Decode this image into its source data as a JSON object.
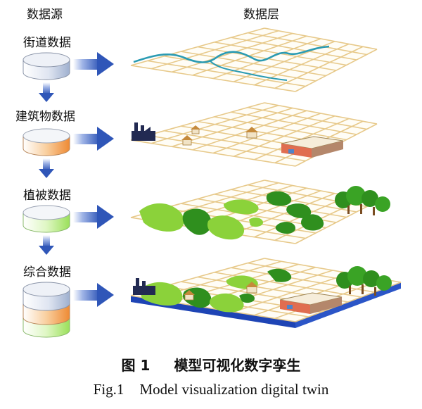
{
  "headers": {
    "source": "数据源",
    "layer": "数据层"
  },
  "sources": [
    {
      "label": "街道数据"
    },
    {
      "label": "建筑物数据"
    },
    {
      "label": "植被数据"
    },
    {
      "label": "综合数据"
    }
  ],
  "caption": {
    "cn_fig": "图 1",
    "cn_text": "模型可视化数字孪生",
    "en_fig": "Fig.1",
    "en_text": "Model visualization digital twin"
  },
  "colors": {
    "grid": "#e7c98a",
    "street": "#2a9bb3",
    "arrow": "#2f56b8",
    "cylinder_gray": "#cfd7e8",
    "cylinder_orange": "#f3a257",
    "cylinder_green": "#b9ec83",
    "tree_dark": "#2f8f1e",
    "tree_light": "#8bd23a",
    "water_base": "#1e44b5"
  }
}
